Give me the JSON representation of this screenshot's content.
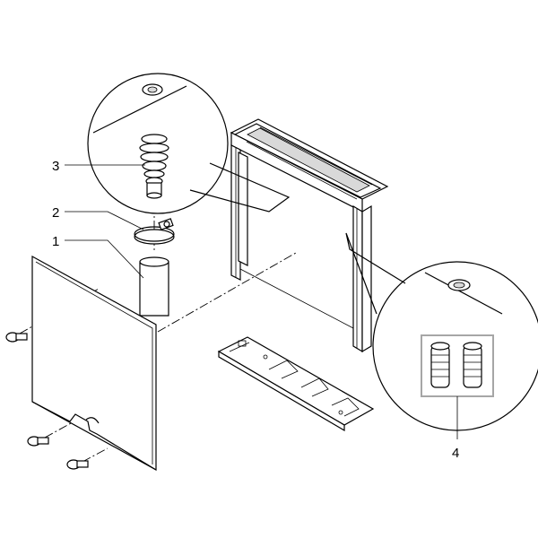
{
  "callouts": {
    "c1": "1",
    "c2": "2",
    "c3": "3",
    "c4": "4"
  },
  "colors": {
    "line": "#000000",
    "background": "#ffffff",
    "highlight_box": "#a6a6a6",
    "shading": "#d9d9d9"
  }
}
